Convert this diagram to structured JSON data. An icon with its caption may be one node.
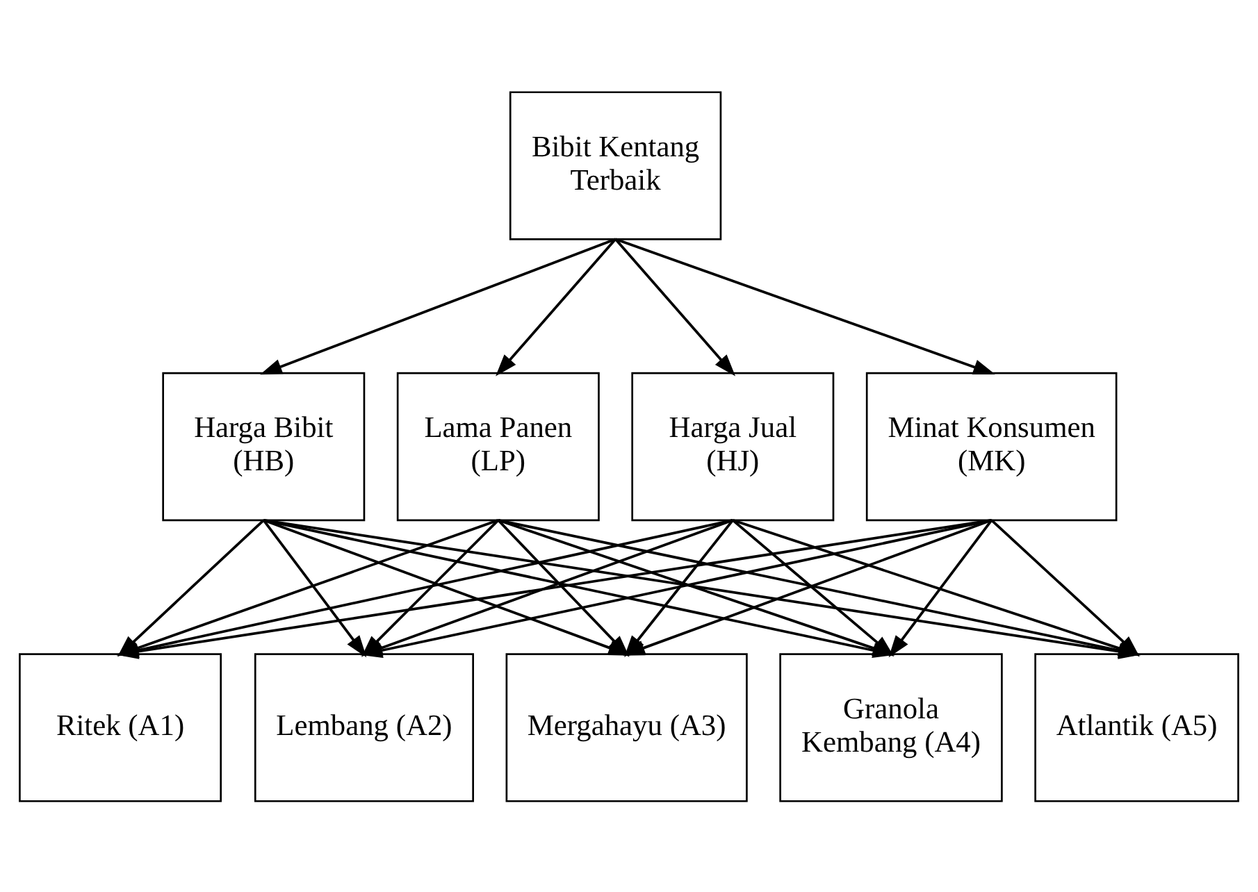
{
  "diagram": {
    "nodes": [
      {
        "text": [
          "Bibit Kentang Terbaik"
        ]
      },
      {
        "text": [
          "Harga Bibit (HB)"
        ]
      },
      {
        "text": [
          "Lama Panen (LP)"
        ]
      },
      {
        "text": [
          "Harga Jual (HJ)"
        ]
      },
      {
        "text": [
          "Minat Konsumen (MK)"
        ]
      },
      {
        "text": [
          "Ritek (A1)"
        ]
      },
      {
        "text": [
          "Lembang (A2)"
        ]
      },
      {
        "text": [
          "Mergahayu (A3)"
        ]
      },
      {
        "text": [
          "Granola Kembang (A4)"
        ]
      },
      {
        "text": [
          "Atlantik (A5)"
        ]
      }
    ],
    "edges": [
      {
        "from": 0,
        "to": 1,
        "arrow": "to"
      },
      {
        "from": 0,
        "to": 2,
        "arrow": "to"
      },
      {
        "from": 0,
        "to": 3,
        "arrow": "to"
      },
      {
        "from": 0,
        "to": 4,
        "arrow": "to"
      },
      {
        "from": 1,
        "to": 5,
        "arrow": "to"
      },
      {
        "from": 1,
        "to": 6,
        "arrow": "to"
      },
      {
        "from": 1,
        "to": 7,
        "arrow": "to"
      },
      {
        "from": 1,
        "to": 8,
        "arrow": "to"
      },
      {
        "from": 1,
        "to": 9,
        "arrow": "to"
      },
      {
        "from": 2,
        "to": 5,
        "arrow": "to"
      },
      {
        "from": 2,
        "to": 6,
        "arrow": "to"
      },
      {
        "from": 2,
        "to": 7,
        "arrow": "to"
      },
      {
        "from": 2,
        "to": 8,
        "arrow": "to"
      },
      {
        "from": 2,
        "to": 9,
        "arrow": "to"
      },
      {
        "from": 3,
        "to": 5,
        "arrow": "to"
      },
      {
        "from": 3,
        "to": 6,
        "arrow": "to"
      },
      {
        "from": 3,
        "to": 7,
        "arrow": "to"
      },
      {
        "from": 3,
        "to": 8,
        "arrow": "to"
      },
      {
        "from": 3,
        "to": 9,
        "arrow": "to"
      },
      {
        "from": 4,
        "to": 5,
        "arrow": "to"
      },
      {
        "from": 4,
        "to": 6,
        "arrow": "to"
      },
      {
        "from": 4,
        "to": 7,
        "arrow": "to"
      },
      {
        "from": 4,
        "to": 8,
        "arrow": "to"
      },
      {
        "from": 4,
        "to": 9,
        "arrow": "to"
      }
    ]
  }
}
